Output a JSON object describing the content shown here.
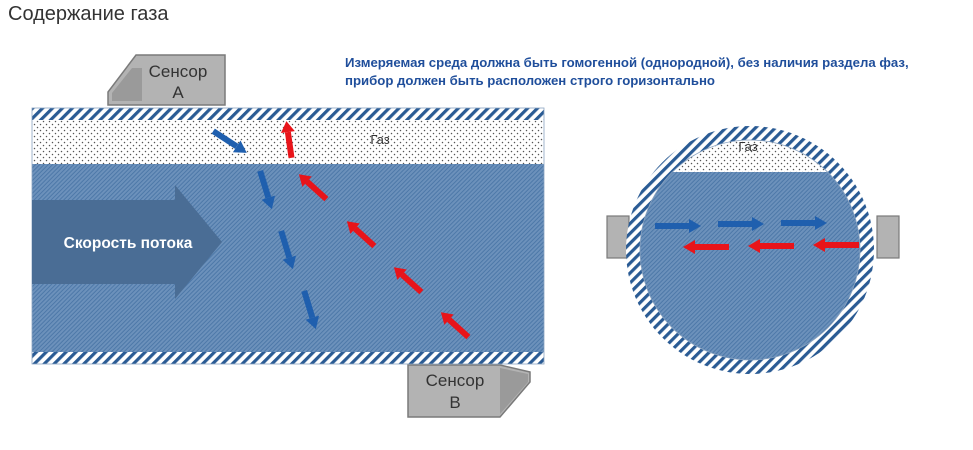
{
  "title": "Содержание газа",
  "note": "Измеряемая среда должна быть гомогенной (однородной), без наличия раздела фаз, прибор должен быть расположен строго горизонтально",
  "sensor_a": {
    "line1": "Сенсор",
    "line2": "А"
  },
  "sensor_b": {
    "line1": "Сенсор",
    "line2": "В"
  },
  "gas_label_pipe": "Газ",
  "gas_label_circle": "Газ",
  "flow_label": "Скорость потока",
  "colors": {
    "liquid": "#5f87b3",
    "hatch": "#2a5b94",
    "arrow_blue": "#1f5fae",
    "arrow_red": "#e8141a",
    "sensor_fill": "#b3b3b3",
    "note_text": "#1f4e9b",
    "flow_arrow": "#4a6d95"
  }
}
